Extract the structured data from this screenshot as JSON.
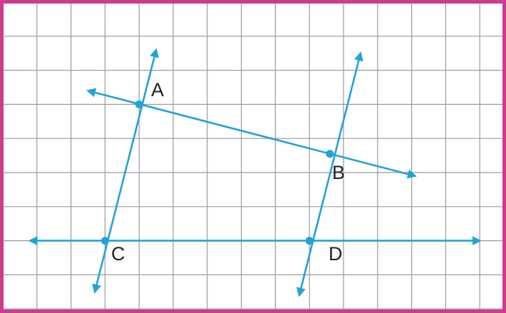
{
  "figure": {
    "colors": {
      "border": "#cc3d8f",
      "grid": "#9a9a9a",
      "line": "#21a3d6",
      "label": "#222222",
      "background": "#ffffff"
    },
    "grid": {
      "cols": 14.7,
      "rows": 9.1
    },
    "points": [
      {
        "name": "A",
        "label": "A",
        "gx": 4,
        "gy": 3
      },
      {
        "name": "B",
        "label": "B",
        "gx": 9.6,
        "gy": 4.45
      },
      {
        "name": "C",
        "label": "C",
        "gx": 3,
        "gy": 7
      },
      {
        "name": "D",
        "label": "D",
        "gx": 9,
        "gy": 7
      }
    ],
    "lines": [
      {
        "name": "line-ab",
        "from": [
          2.5,
          2.6
        ],
        "to": [
          12.1,
          5.1
        ]
      },
      {
        "name": "line-cd",
        "from": [
          0.8,
          7
        ],
        "to": [
          14,
          7
        ]
      },
      {
        "name": "line-ac",
        "from": [
          2.7,
          8.5
        ],
        "to": [
          4.5,
          1.4
        ]
      },
      {
        "name": "line-bd",
        "from": [
          8.7,
          8.6
        ],
        "to": [
          10.5,
          1.5
        ]
      }
    ]
  }
}
